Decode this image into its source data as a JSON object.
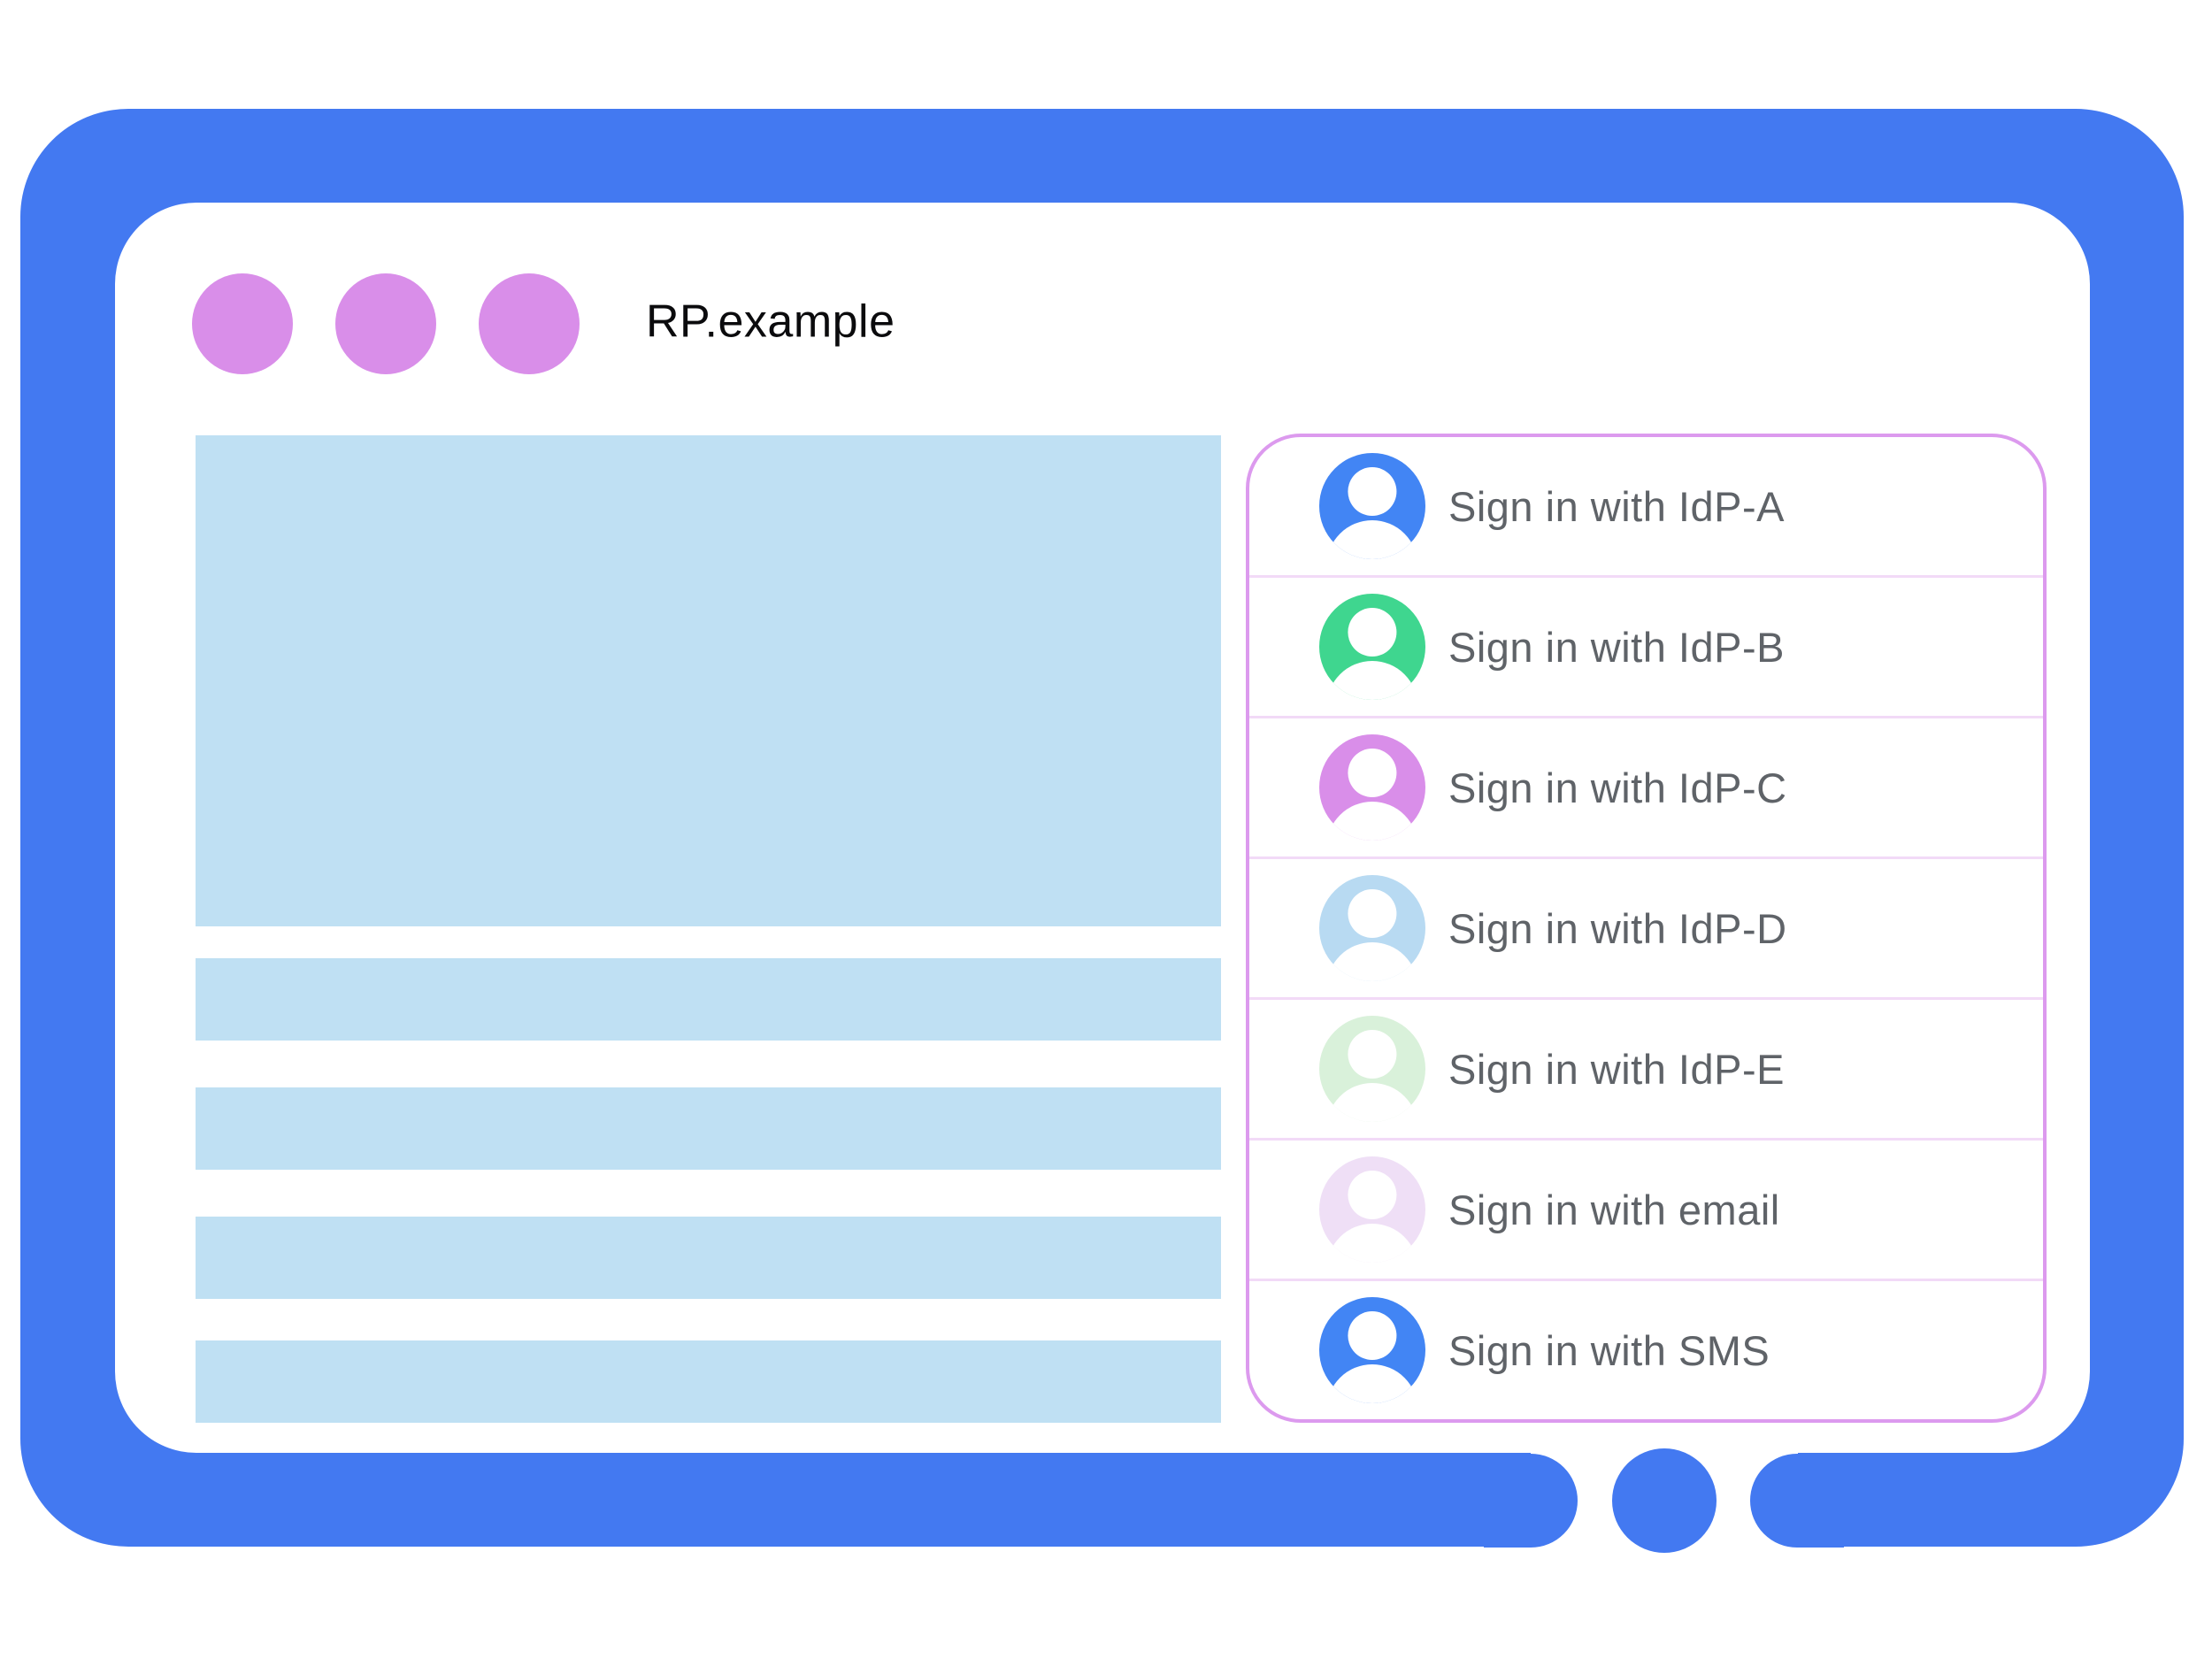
{
  "device": {
    "frame_color": "#4379F1",
    "home_button": "home-button"
  },
  "window": {
    "title": "RP.example",
    "control_dots": [
      {
        "color": "#D98EE9"
      },
      {
        "color": "#D98EE9"
      },
      {
        "color": "#D98EE9"
      }
    ]
  },
  "content": {
    "hero_placeholder_color": "#BFE0F3",
    "text_line_placeholder_color": "#BFE0F3",
    "text_line_count": 4
  },
  "signin_panel": {
    "border_color": "#DC9AEE",
    "divider_color": "#F2DAF7",
    "label_color": "#5F6368",
    "items": [
      {
        "label": "Sign in with IdP-A",
        "avatar_color": "#4285F4"
      },
      {
        "label": "Sign in with IdP-B",
        "avatar_color": "#3FD68F"
      },
      {
        "label": "Sign in with IdP-C",
        "avatar_color": "#D98EE9"
      },
      {
        "label": "Sign in with IdP-D",
        "avatar_color": "#B8DAF2"
      },
      {
        "label": "Sign in with IdP-E",
        "avatar_color": "#D9F1DA"
      },
      {
        "label": "Sign in with email",
        "avatar_color": "#EFDFF6"
      },
      {
        "label": "Sign in with SMS",
        "avatar_color": "#4285F4"
      }
    ]
  }
}
